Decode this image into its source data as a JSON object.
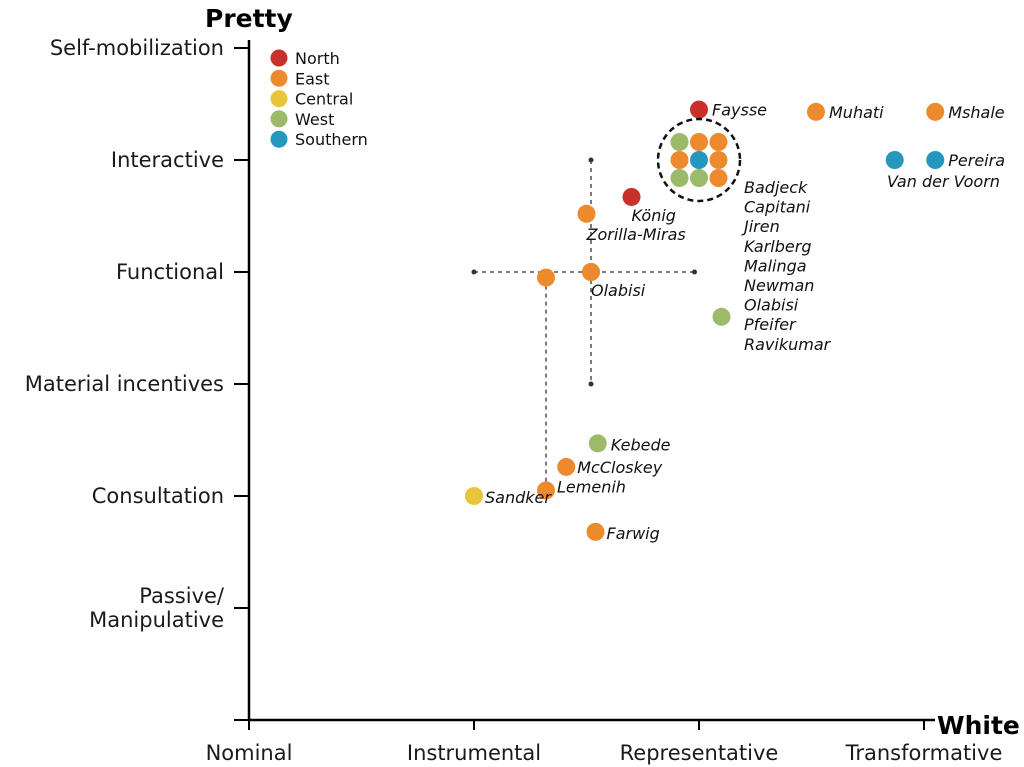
{
  "chart_data": {
    "type": "scatter",
    "xlabel": "White",
    "ylabel": "Pretty",
    "x_categories": [
      "Nominal",
      "Instrumental",
      "Representative",
      "Transformative"
    ],
    "y_categories": [
      "Passive/\nManipulative",
      "Consultation",
      "Material incentives",
      "Functional",
      "Interactive",
      "Self-mobilization"
    ],
    "xlim": [
      0,
      3.1
    ],
    "ylim": [
      -0.9,
      5.1
    ],
    "legend": {
      "position": "top-left",
      "items": [
        {
          "name": "North",
          "color": "#c8302a"
        },
        {
          "name": "East",
          "color": "#ee8a2e"
        },
        {
          "name": "Central",
          "color": "#e8c53a"
        },
        {
          "name": "West",
          "color": "#9cbb6a"
        },
        {
          "name": "Southern",
          "color": "#2596bd"
        }
      ]
    },
    "points": [
      {
        "x": 2.0,
        "y": 4.45,
        "region": "North",
        "label": "Faysse"
      },
      {
        "x": 2.52,
        "y": 4.43,
        "region": "East",
        "label": "Muhati"
      },
      {
        "x": 3.05,
        "y": 4.43,
        "region": "East",
        "label": "Mshale"
      },
      {
        "x": 2.87,
        "y": 4.0,
        "region": "Southern",
        "label": ""
      },
      {
        "x": 3.05,
        "y": 4.0,
        "region": "Southern",
        "label": "Pereira"
      },
      {
        "x": 1.7,
        "y": 3.67,
        "region": "North",
        "label": "König"
      },
      {
        "x": 1.5,
        "y": 3.52,
        "region": "East",
        "label": "Zorilla-Miras"
      },
      {
        "x": 1.52,
        "y": 3.0,
        "region": "West",
        "label": "Olabisi"
      },
      {
        "x": 1.52,
        "y": 3.0,
        "region": "East",
        "label": ""
      },
      {
        "x": 1.32,
        "y": 2.95,
        "region": "East",
        "label": ""
      },
      {
        "x": 2.1,
        "y": 2.6,
        "region": "West",
        "label": ""
      },
      {
        "x": 1.55,
        "y": 1.47,
        "region": "West",
        "label": "Kebede"
      },
      {
        "x": 1.41,
        "y": 1.26,
        "region": "East",
        "label": "McCloskey"
      },
      {
        "x": 1.32,
        "y": 1.05,
        "region": "East",
        "label": "Lemenih"
      },
      {
        "x": 1.0,
        "y": 1.0,
        "region": "Central",
        "label": "Sandker"
      },
      {
        "x": 1.54,
        "y": 0.68,
        "region": "East",
        "label": "Farwig"
      }
    ],
    "cluster": {
      "center": {
        "x": 2.0,
        "y": 4.0
      },
      "points": [
        {
          "region": "West"
        },
        {
          "region": "East"
        },
        {
          "region": "East"
        },
        {
          "region": "East"
        },
        {
          "region": "Southern"
        },
        {
          "region": "East"
        },
        {
          "region": "West"
        },
        {
          "region": "West"
        },
        {
          "region": "East"
        }
      ],
      "labels": [
        "Badjeck",
        "Capitani",
        "Jiren",
        "Karlberg",
        "Malinga",
        "Newman",
        "Olabisi",
        "Pfeifer",
        "Ravikumar"
      ]
    },
    "extra_labels": [
      "Van der Voorn"
    ],
    "error_bars": [
      {
        "orientation": "horizontal",
        "y": 3.0,
        "from": 1.0,
        "to": 1.98
      },
      {
        "orientation": "vertical",
        "x": 1.52,
        "from": 2.0,
        "to": 4.0
      },
      {
        "orientation": "vertical",
        "x": 1.32,
        "from": 1.05,
        "to": 2.95
      }
    ]
  }
}
